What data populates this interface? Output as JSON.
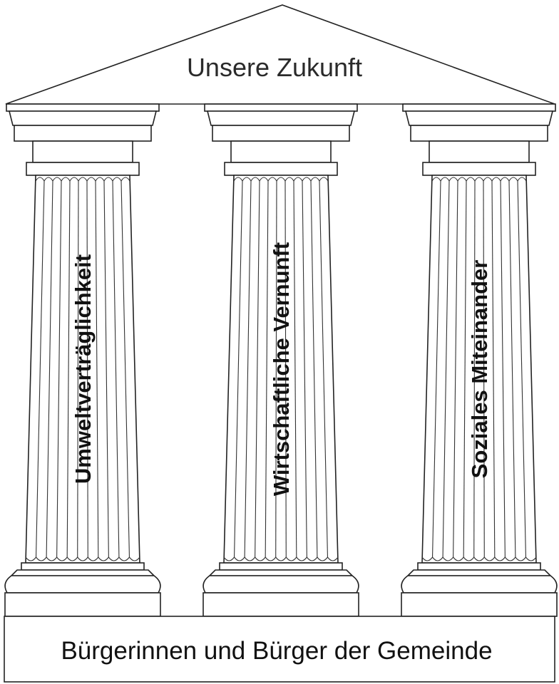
{
  "roof": {
    "label": "Unsere Zukunft"
  },
  "pillars": [
    {
      "label": "Umweltverträglichkeit"
    },
    {
      "label": "Wirtschaftliche Vernunft"
    },
    {
      "label": "Soziales Miteinander"
    }
  ],
  "foundation": {
    "label": "Bürgerinnen und Bürger der Gemeinde"
  },
  "colors": {
    "line": "#222222",
    "text": "#111111",
    "background": "#ffffff"
  }
}
